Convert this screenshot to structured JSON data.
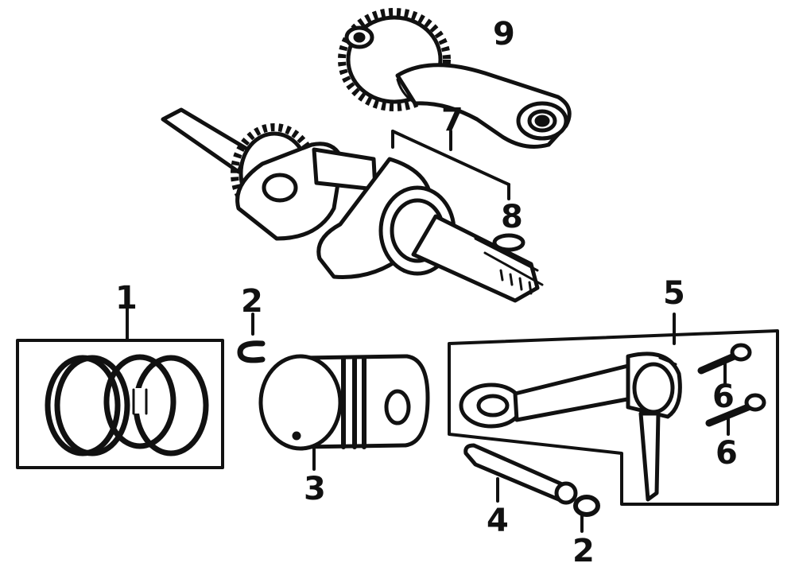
{
  "callouts": {
    "c1": "1",
    "c2a": "2",
    "c2b": "2",
    "c3": "3",
    "c4": "4",
    "c5": "5",
    "c6a": "6",
    "c6b": "6",
    "c7": "7",
    "c8": "8",
    "c9": "9"
  },
  "colors": {
    "line": "#111111",
    "background": "#ffffff"
  }
}
